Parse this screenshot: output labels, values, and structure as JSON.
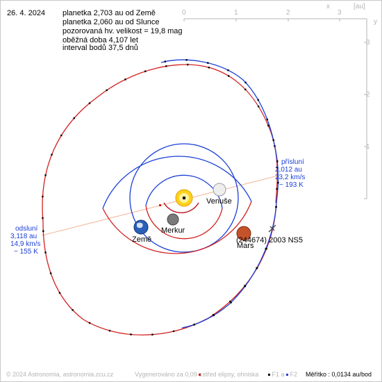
{
  "header": {
    "date": "26. 4. 2024",
    "info_lines": [
      "planetka 2,703 au od Země",
      "planetka 2,060 au od Slunce",
      "pozorovaná hv. velikost = 19,8 mag",
      "oběžná doba 4,107 let",
      "interval bodů 37,5 dnů"
    ]
  },
  "axes": {
    "x_ticks": [
      "0",
      "1",
      "2",
      "3"
    ],
    "y_ticks": [
      "1",
      "2",
      "3"
    ],
    "x_label": "x",
    "y_label": "y",
    "unit": "[au]"
  },
  "bodies": {
    "earth": "Země",
    "venus": "Venuše",
    "mercury": "Merkur",
    "mars": "Mars",
    "asteroid": "(244674) 2003 NS5"
  },
  "perihelion": {
    "title": "přísluní",
    "distance": "2,012 au",
    "speed": "23,2 km/s",
    "temperature": "~ 193 K"
  },
  "aphelion": {
    "title": "odsluní",
    "distance": "3,118 au",
    "speed": "14,9 km/s",
    "temperature": "~ 155 K"
  },
  "footer": {
    "copyright": "© 2024 Astronomia, astronomia.zcu.cz",
    "generated": "Vygenerováno za 0,09 s",
    "legend_center": "střed elipsy, ohniska",
    "legend_f1": "F1 a",
    "legend_f2": "F2",
    "scale": "Měřítko : 0,0134 au/bod"
  },
  "colors": {
    "orbit_blue": "#1a3fd6",
    "orbit_red": "#d21e1e",
    "axis_grey": "#b4b4b4",
    "apsis_line": "#f4b89a",
    "sun": "#ffd21e"
  }
}
